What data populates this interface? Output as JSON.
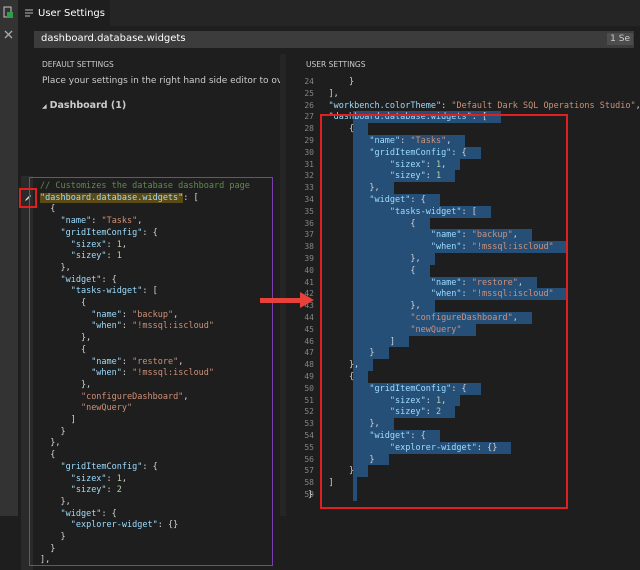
{
  "tab": {
    "title": "User Settings"
  },
  "search": {
    "value": "dashboard.database.widgets",
    "count": "1 Se"
  },
  "left": {
    "header": "DEFAULT SETTINGS",
    "description": "Place your settings in the right hand side editor to override.",
    "group": "Dashboard (1)",
    "lines": [
      [
        [
          "cm",
          "// Customizes the database dashboard page"
        ]
      ],
      [
        [
          "key",
          "\"dashboard.database.widgets\""
        ],
        [
          "pn",
          ": ["
        ]
      ],
      [
        [
          "pn",
          "  {"
        ]
      ],
      [
        [
          "pn",
          "    "
        ],
        [
          "key",
          "\"name\""
        ],
        [
          "pn",
          ": "
        ],
        [
          "str",
          "\"Tasks\""
        ],
        [
          "pn",
          ","
        ]
      ],
      [
        [
          "pn",
          "    "
        ],
        [
          "key",
          "\"gridItemConfig\""
        ],
        [
          "pn",
          ": {"
        ]
      ],
      [
        [
          "pn",
          "      "
        ],
        [
          "key",
          "\"sizex\""
        ],
        [
          "pn",
          ": "
        ],
        [
          "num",
          "1"
        ],
        [
          "pn",
          ","
        ]
      ],
      [
        [
          "pn",
          "      "
        ],
        [
          "key",
          "\"sizey\""
        ],
        [
          "pn",
          ": "
        ],
        [
          "num",
          "1"
        ]
      ],
      [
        [
          "pn",
          "    },"
        ]
      ],
      [
        [
          "pn",
          "    "
        ],
        [
          "key",
          "\"widget\""
        ],
        [
          "pn",
          ": {"
        ]
      ],
      [
        [
          "pn",
          "      "
        ],
        [
          "key",
          "\"tasks-widget\""
        ],
        [
          "pn",
          ": ["
        ]
      ],
      [
        [
          "pn",
          "        {"
        ]
      ],
      [
        [
          "pn",
          "          "
        ],
        [
          "key",
          "\"name\""
        ],
        [
          "pn",
          ": "
        ],
        [
          "str",
          "\"backup\""
        ],
        [
          "pn",
          ","
        ]
      ],
      [
        [
          "pn",
          "          "
        ],
        [
          "key",
          "\"when\""
        ],
        [
          "pn",
          ": "
        ],
        [
          "str",
          "\"!mssql:iscloud\""
        ]
      ],
      [
        [
          "pn",
          "        },"
        ]
      ],
      [
        [
          "pn",
          "        {"
        ]
      ],
      [
        [
          "pn",
          "          "
        ],
        [
          "key",
          "\"name\""
        ],
        [
          "pn",
          ": "
        ],
        [
          "str",
          "\"restore\""
        ],
        [
          "pn",
          ","
        ]
      ],
      [
        [
          "pn",
          "          "
        ],
        [
          "key",
          "\"when\""
        ],
        [
          "pn",
          ": "
        ],
        [
          "str",
          "\"!mssql:iscloud\""
        ]
      ],
      [
        [
          "pn",
          "        },"
        ]
      ],
      [
        [
          "pn",
          "        "
        ],
        [
          "str",
          "\"configureDashboard\""
        ],
        [
          "pn",
          ","
        ]
      ],
      [
        [
          "pn",
          "        "
        ],
        [
          "str",
          "\"newQuery\""
        ]
      ],
      [
        [
          "pn",
          "      ]"
        ]
      ],
      [
        [
          "pn",
          "    }"
        ]
      ],
      [
        [
          "pn",
          "  },"
        ]
      ],
      [
        [
          "pn",
          "  {"
        ]
      ],
      [
        [
          "pn",
          "    "
        ],
        [
          "key",
          "\"gridItemConfig\""
        ],
        [
          "pn",
          ": {"
        ]
      ],
      [
        [
          "pn",
          "      "
        ],
        [
          "key",
          "\"sizex\""
        ],
        [
          "pn",
          ": "
        ],
        [
          "num",
          "1"
        ],
        [
          "pn",
          ","
        ]
      ],
      [
        [
          "pn",
          "      "
        ],
        [
          "key",
          "\"sizey\""
        ],
        [
          "pn",
          ": "
        ],
        [
          "num",
          "2"
        ]
      ],
      [
        [
          "pn",
          "    },"
        ]
      ],
      [
        [
          "pn",
          "    "
        ],
        [
          "key",
          "\"widget\""
        ],
        [
          "pn",
          ": {"
        ]
      ],
      [
        [
          "pn",
          "      "
        ],
        [
          "key",
          "\"explorer-widget\""
        ],
        [
          "pn",
          ": {}"
        ]
      ],
      [
        [
          "pn",
          "    }"
        ]
      ],
      [
        [
          "pn",
          "  }"
        ]
      ],
      [
        [
          "pn",
          "],"
        ]
      ]
    ]
  },
  "right": {
    "header": "USER SETTINGS",
    "line_numbers": [
      "24",
      "25",
      "26",
      "27",
      "28",
      "29",
      "30",
      "31",
      "32",
      "33",
      "34",
      "35",
      "36",
      "37",
      "38",
      "39",
      "40",
      "41",
      "42",
      "43",
      "44",
      "45",
      "46",
      "47",
      "48",
      "49",
      "50",
      "51",
      "52",
      "53",
      "54",
      "55",
      "56",
      "57",
      "58",
      "59"
    ],
    "lines": [
      [
        [
          "pn",
          "        }"
        ]
      ],
      [
        [
          "pn",
          "    ],"
        ]
      ],
      [
        [
          "pn",
          "    "
        ],
        [
          "key",
          "\"workbench.colorTheme\""
        ],
        [
          "pn",
          ": "
        ],
        [
          "str",
          "\"Default Dark SQL Operations Studio\""
        ],
        [
          "pn",
          ","
        ]
      ],
      [
        [
          "pn",
          "    "
        ],
        [
          "key",
          "\"dashboard.database.widgets\""
        ],
        [
          "pn",
          ": ["
        ]
      ],
      [
        [
          "pn",
          "        {"
        ]
      ],
      [
        [
          "pn",
          "            "
        ],
        [
          "key",
          "\"name\""
        ],
        [
          "pn",
          ": "
        ],
        [
          "str",
          "\"Tasks\""
        ],
        [
          "pn",
          ","
        ]
      ],
      [
        [
          "pn",
          "            "
        ],
        [
          "key",
          "\"gridItemConfig\""
        ],
        [
          "pn",
          ": {"
        ]
      ],
      [
        [
          "pn",
          "                "
        ],
        [
          "key",
          "\"sizex\""
        ],
        [
          "pn",
          ": "
        ],
        [
          "num",
          "1"
        ],
        [
          "pn",
          ","
        ]
      ],
      [
        [
          "pn",
          "                "
        ],
        [
          "key",
          "\"sizey\""
        ],
        [
          "pn",
          ": "
        ],
        [
          "num",
          "1"
        ]
      ],
      [
        [
          "pn",
          "            },"
        ]
      ],
      [
        [
          "pn",
          "            "
        ],
        [
          "key",
          "\"widget\""
        ],
        [
          "pn",
          ": {"
        ]
      ],
      [
        [
          "pn",
          "                "
        ],
        [
          "key",
          "\"tasks-widget\""
        ],
        [
          "pn",
          ": ["
        ]
      ],
      [
        [
          "pn",
          "                    {"
        ]
      ],
      [
        [
          "pn",
          "                        "
        ],
        [
          "key",
          "\"name\""
        ],
        [
          "pn",
          ": "
        ],
        [
          "str",
          "\"backup\""
        ],
        [
          "pn",
          ","
        ]
      ],
      [
        [
          "pn",
          "                        "
        ],
        [
          "key",
          "\"when\""
        ],
        [
          "pn",
          ": "
        ],
        [
          "str",
          "\"!mssql:iscloud\""
        ]
      ],
      [
        [
          "pn",
          "                    },"
        ]
      ],
      [
        [
          "pn",
          "                    {"
        ]
      ],
      [
        [
          "pn",
          "                        "
        ],
        [
          "key",
          "\"name\""
        ],
        [
          "pn",
          ": "
        ],
        [
          "str",
          "\"restore\""
        ],
        [
          "pn",
          ","
        ]
      ],
      [
        [
          "pn",
          "                        "
        ],
        [
          "key",
          "\"when\""
        ],
        [
          "pn",
          ": "
        ],
        [
          "str",
          "\"!mssql:iscloud\""
        ]
      ],
      [
        [
          "pn",
          "                    },"
        ]
      ],
      [
        [
          "pn",
          "                    "
        ],
        [
          "str",
          "\"configureDashboard\""
        ],
        [
          "pn",
          ","
        ]
      ],
      [
        [
          "pn",
          "                    "
        ],
        [
          "str",
          "\"newQuery\""
        ]
      ],
      [
        [
          "pn",
          "                ]"
        ]
      ],
      [
        [
          "pn",
          "            }"
        ]
      ],
      [
        [
          "pn",
          "        },"
        ]
      ],
      [
        [
          "pn",
          "        {"
        ]
      ],
      [
        [
          "pn",
          "            "
        ],
        [
          "key",
          "\"gridItemConfig\""
        ],
        [
          "pn",
          ": {"
        ]
      ],
      [
        [
          "pn",
          "                "
        ],
        [
          "key",
          "\"sizex\""
        ],
        [
          "pn",
          ": "
        ],
        [
          "num",
          "1"
        ],
        [
          "pn",
          ","
        ]
      ],
      [
        [
          "pn",
          "                "
        ],
        [
          "key",
          "\"sizey\""
        ],
        [
          "pn",
          ": "
        ],
        [
          "num",
          "2"
        ]
      ],
      [
        [
          "pn",
          "            },"
        ]
      ],
      [
        [
          "pn",
          "            "
        ],
        [
          "key",
          "\"widget\""
        ],
        [
          "pn",
          ": {"
        ]
      ],
      [
        [
          "pn",
          "                "
        ],
        [
          "key",
          "\"explorer-widget\""
        ],
        [
          "pn",
          ": {}"
        ]
      ],
      [
        [
          "pn",
          "            }"
        ]
      ],
      [
        [
          "pn",
          "        }"
        ]
      ],
      [
        [
          "pn",
          "    ]"
        ]
      ],
      [
        [
          "pn",
          "}"
        ]
      ]
    ]
  },
  "icons": {
    "explorer": "files-icon",
    "close": "close-icon",
    "edit": "pencil-icon",
    "tab": "settings-tab-icon",
    "arrow": "arrow-right-icon"
  },
  "colors": {
    "highlight_box": "#e02020",
    "purple_box": "#7b3fb0",
    "selection": "#264f78"
  }
}
